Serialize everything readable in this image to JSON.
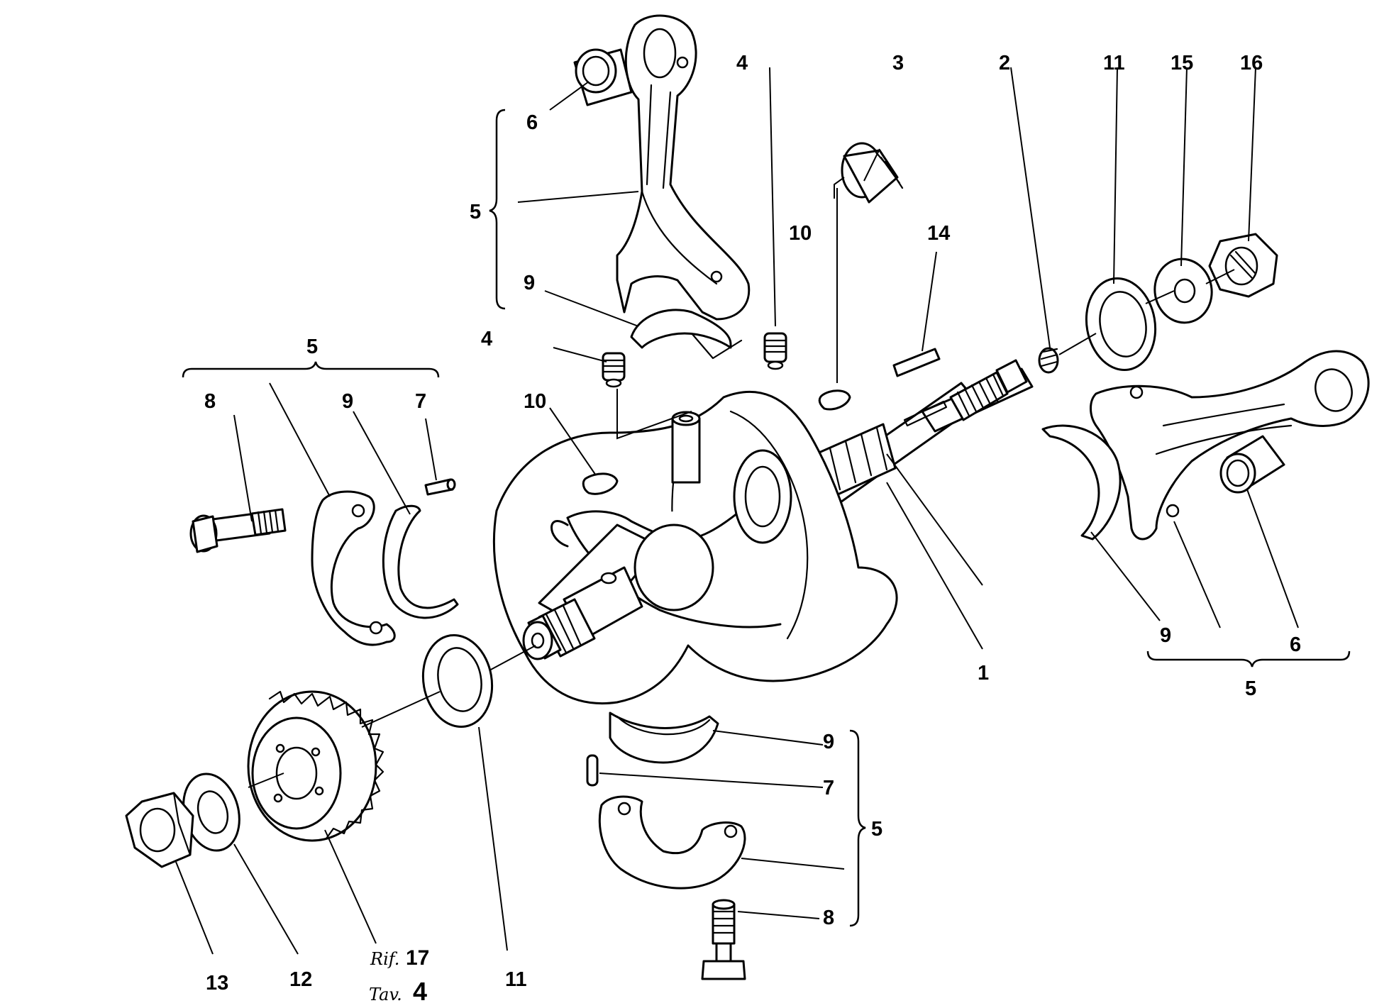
{
  "diagram": {
    "labels": {
      "p1": "1",
      "p2": "2",
      "p3": "3",
      "p4a": "4",
      "p4b": "4",
      "p5a": "5",
      "p5b": "5",
      "p5c": "5",
      "p5d": "5",
      "p6a": "6",
      "p6b": "6",
      "p7a": "7",
      "p7b": "7",
      "p8a": "8",
      "p8b": "8",
      "p9a": "9",
      "p9b": "9",
      "p9c": "9",
      "p9d": "9",
      "p10a": "10",
      "p10b": "10",
      "p11a": "11",
      "p11b": "11",
      "p12": "12",
      "p13": "13",
      "p14": "14",
      "p15": "15",
      "p16": "16"
    },
    "reference": {
      "rif_word": "Rif.",
      "rif_value": "17",
      "tav_word": "Tav.",
      "tav_value": "4"
    }
  },
  "icons": [
    "crankshaft-icon",
    "connecting-rod-icon",
    "gear-icon",
    "hex-nut-icon",
    "washer-icon",
    "bolt-icon",
    "bushing-icon",
    "bearing-shell-icon",
    "dowel-pin-icon",
    "woodruff-key-icon",
    "plug-icon"
  ]
}
